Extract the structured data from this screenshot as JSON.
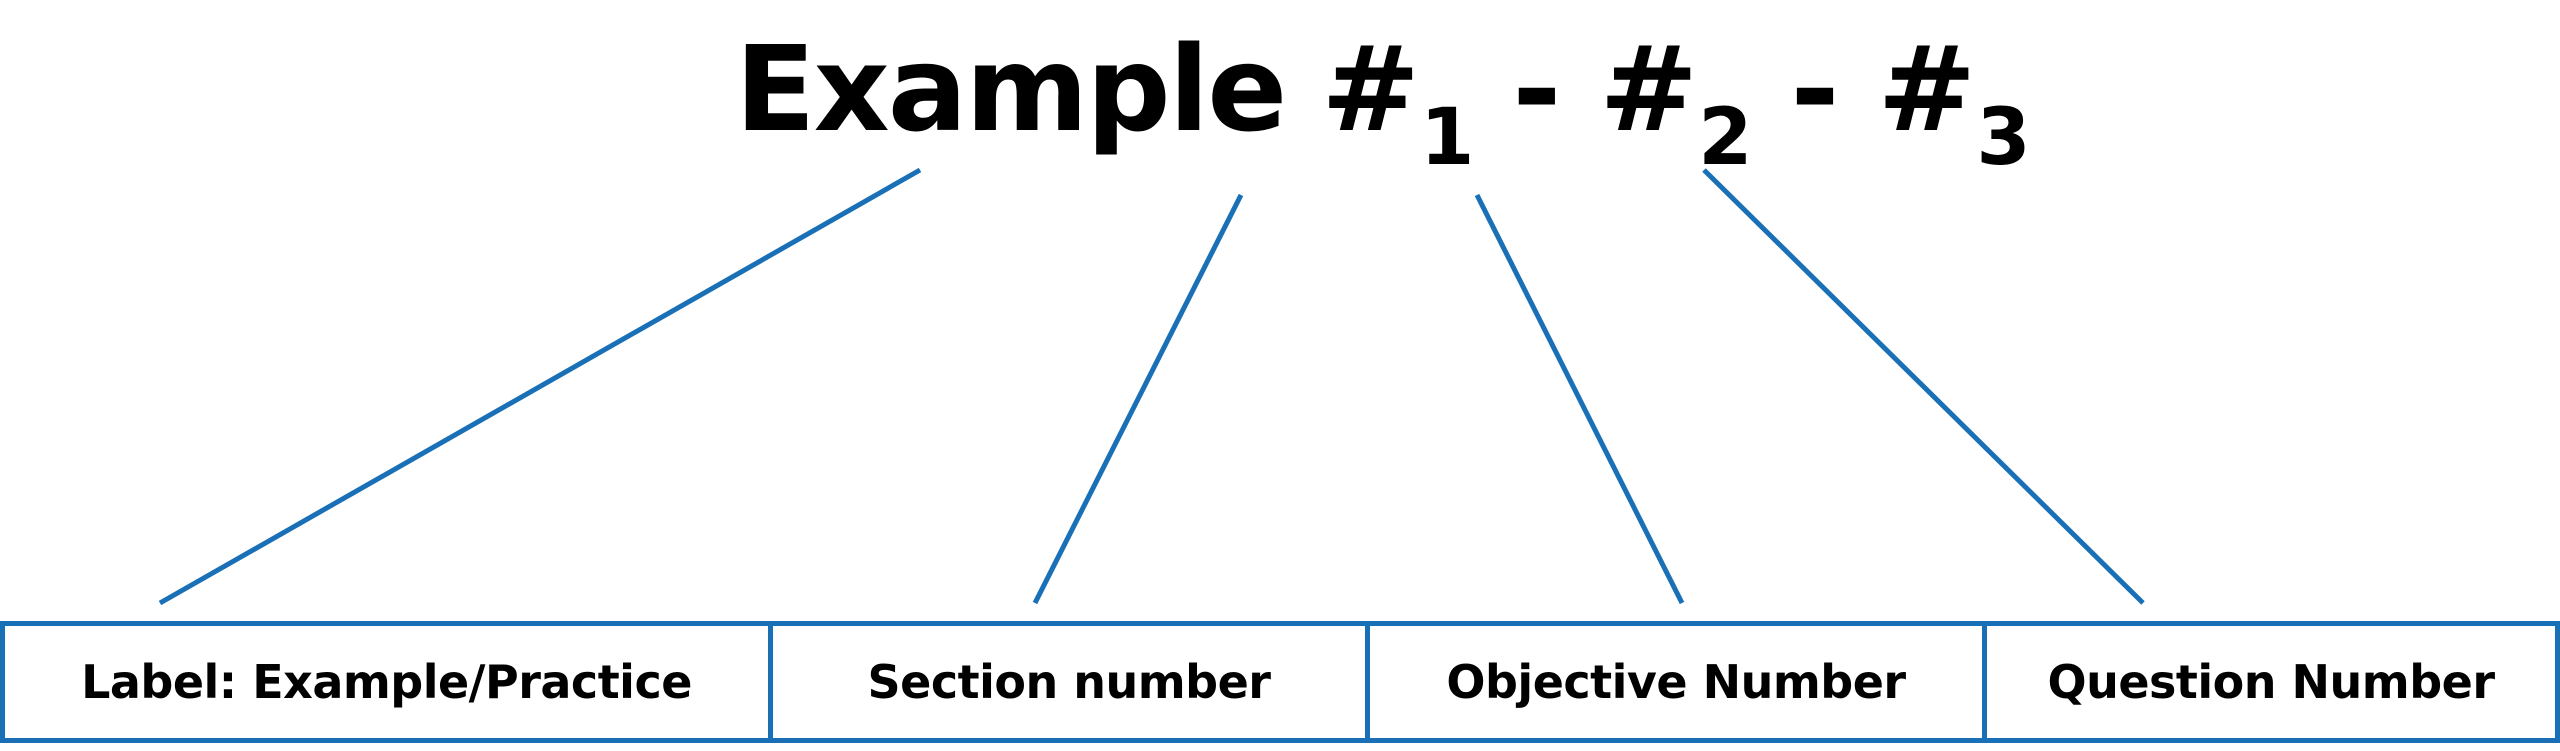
{
  "title": {
    "word": "Example",
    "hash1": "#",
    "sub1": "1",
    "dash1": "-",
    "hash2": "#",
    "sub2": "2",
    "dash2": "-",
    "hash3": "#",
    "sub3": "3"
  },
  "labels": [
    "Label: Example/Practice",
    "Section number",
    "Objective Number",
    "Question Number"
  ],
  "colors": {
    "line": "#1a70b6",
    "text": "#000000"
  }
}
